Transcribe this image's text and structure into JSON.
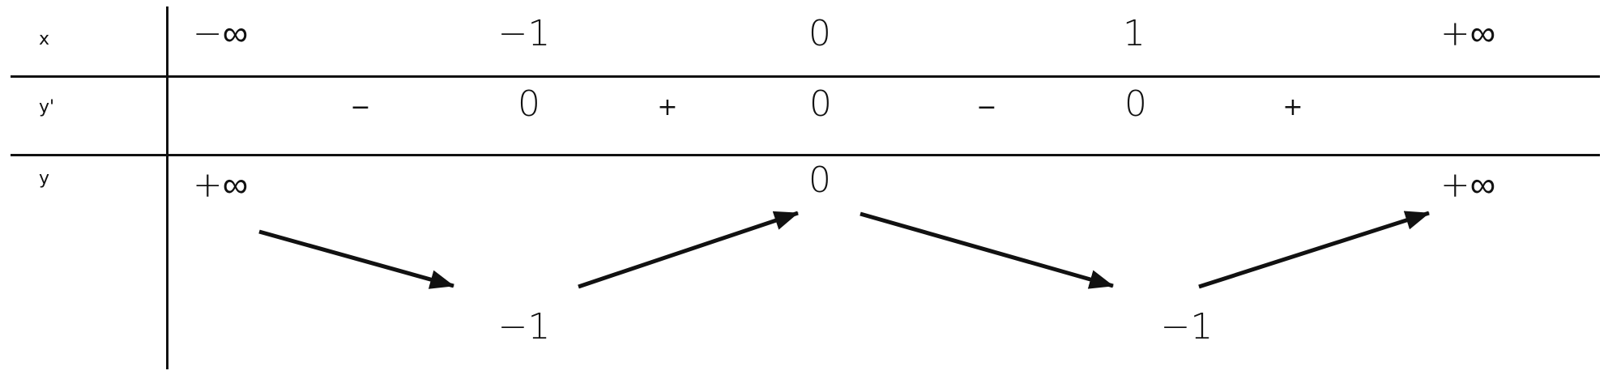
{
  "row_labels": {
    "x": "x",
    "y_prime": "y'",
    "y": "y"
  },
  "x_row": [
    "−∞",
    "−1",
    "0",
    "1",
    "+∞"
  ],
  "y_prime_row": [
    "−",
    "0",
    "+",
    "0",
    "−",
    "0",
    "+"
  ],
  "y_row": {
    "left_inf": "+∞",
    "min_left": "−1",
    "max_center": "0",
    "min_right": "−1",
    "right_inf": "+∞"
  },
  "arrows": [
    "down",
    "up",
    "down",
    "up"
  ],
  "colors": {
    "ink": "#111111",
    "background": "#ffffff"
  }
}
